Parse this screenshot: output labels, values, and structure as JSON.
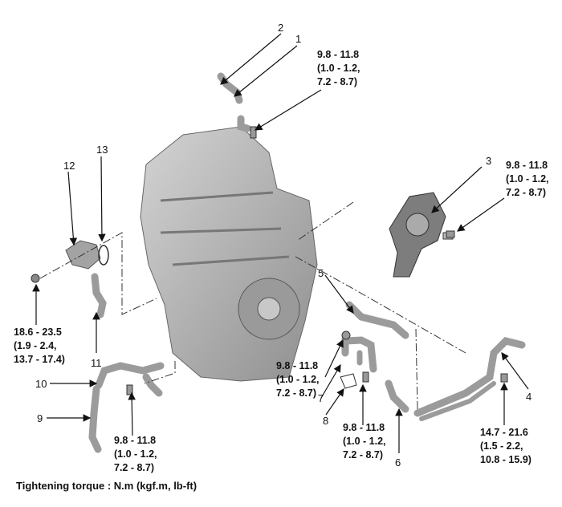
{
  "callouts": {
    "c1": "1",
    "c2": "2",
    "c3": "3",
    "c4": "4",
    "c5": "5",
    "c6": "6",
    "c7": "7",
    "c8": "8",
    "c9": "9",
    "c10": "10",
    "c11": "11",
    "c12": "12",
    "c13": "13"
  },
  "torques": {
    "top": [
      "9.8 - 11.8",
      "(1.0 - 1.2,",
      "7.2 - 8.7)"
    ],
    "pump": [
      "9.8 - 11.8",
      "(1.0 - 1.2,",
      "7.2 - 8.7)"
    ],
    "left": [
      "18.6 - 23.5",
      "(1.9 - 2.4,",
      "13.7 - 17.4)"
    ],
    "bottom_left": [
      "9.8 - 11.8",
      "(1.0 - 1.2,",
      "7.2 - 8.7)"
    ],
    "middle": [
      "9.8 - 11.8",
      "(1.0 - 1.2,",
      "7.2 - 8.7)"
    ],
    "bottom_middle": [
      "9.8 - 11.8",
      "(1.0 - 1.2,",
      "7.2 - 8.7)"
    ],
    "right": [
      "14.7 - 21.6",
      "(1.5 - 2.2,",
      "10.8 - 15.9)"
    ]
  },
  "caption": "Tightening torque : N.m (kgf.m, lb-ft)"
}
